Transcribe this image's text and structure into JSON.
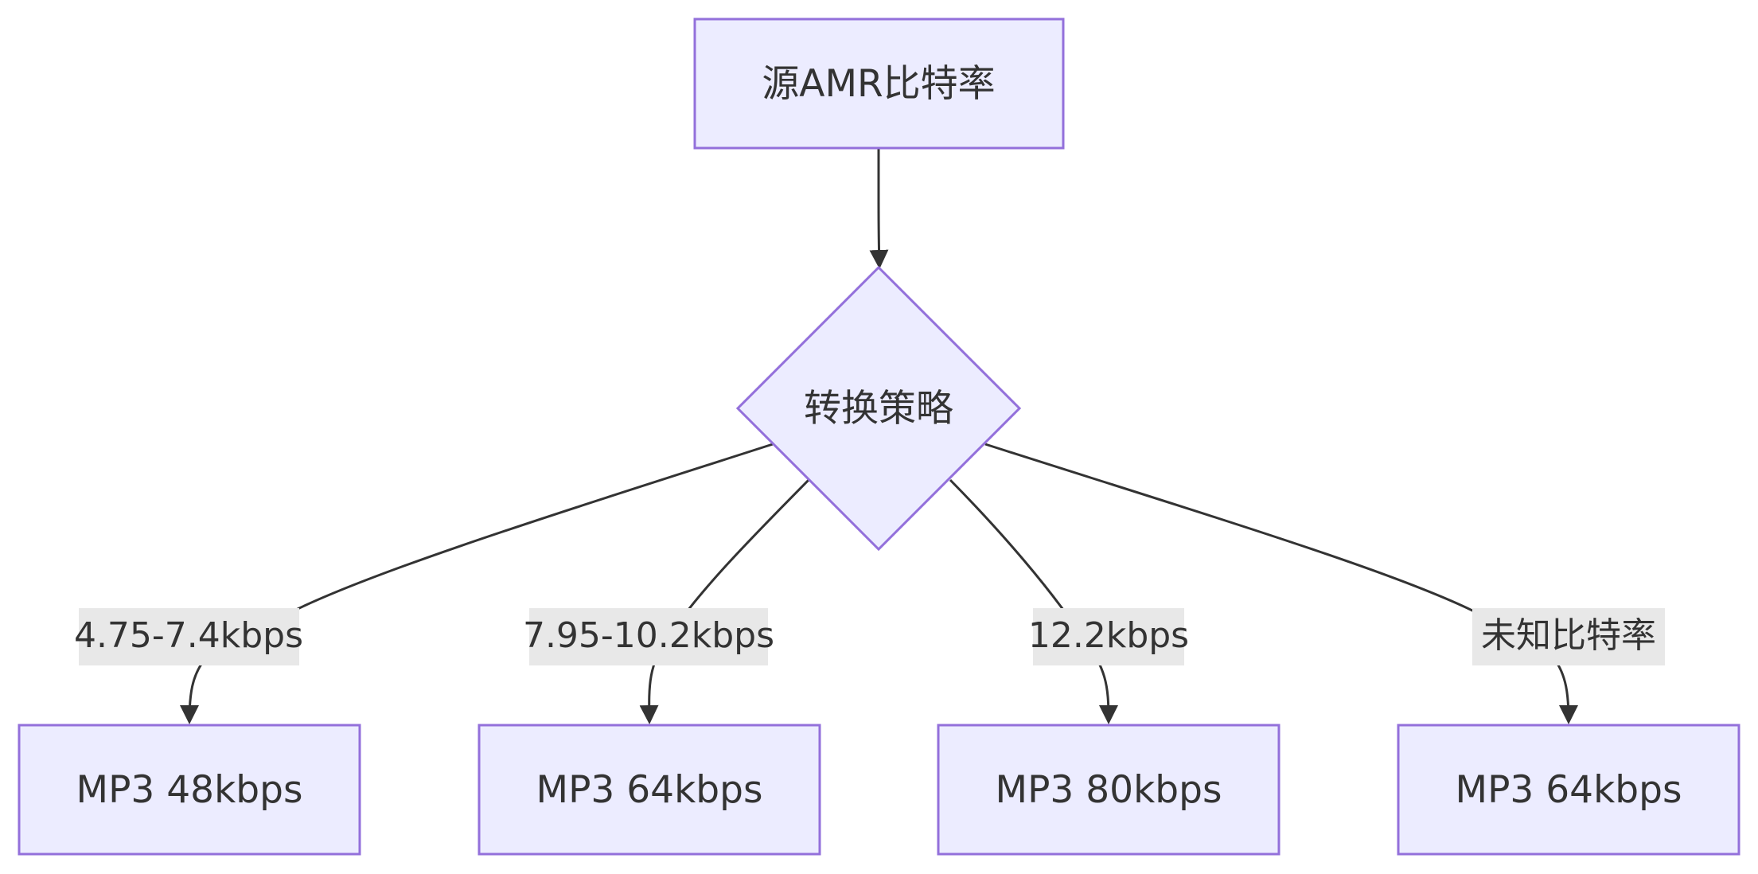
{
  "nodes": {
    "source": {
      "label": "源AMR比特率"
    },
    "decision": {
      "label": "转换策略"
    },
    "out1": {
      "label": "MP3 48kbps"
    },
    "out2": {
      "label": "MP3 64kbps"
    },
    "out3": {
      "label": "MP3 80kbps"
    },
    "out4": {
      "label": "MP3 64kbps"
    }
  },
  "edges": [
    {
      "from": "source",
      "to": "decision",
      "label": ""
    },
    {
      "from": "decision",
      "to": "out1",
      "label": "4.75-7.4kbps"
    },
    {
      "from": "decision",
      "to": "out2",
      "label": "7.95-10.2kbps"
    },
    {
      "from": "decision",
      "to": "out3",
      "label": "12.2kbps"
    },
    {
      "from": "decision",
      "to": "out4",
      "label": "未知比特率"
    }
  ],
  "colors": {
    "node_fill": "#ececff",
    "node_stroke": "#9370db",
    "edge": "#333333",
    "edge_label_bg": "#e8e8e8",
    "text": "#333333"
  }
}
